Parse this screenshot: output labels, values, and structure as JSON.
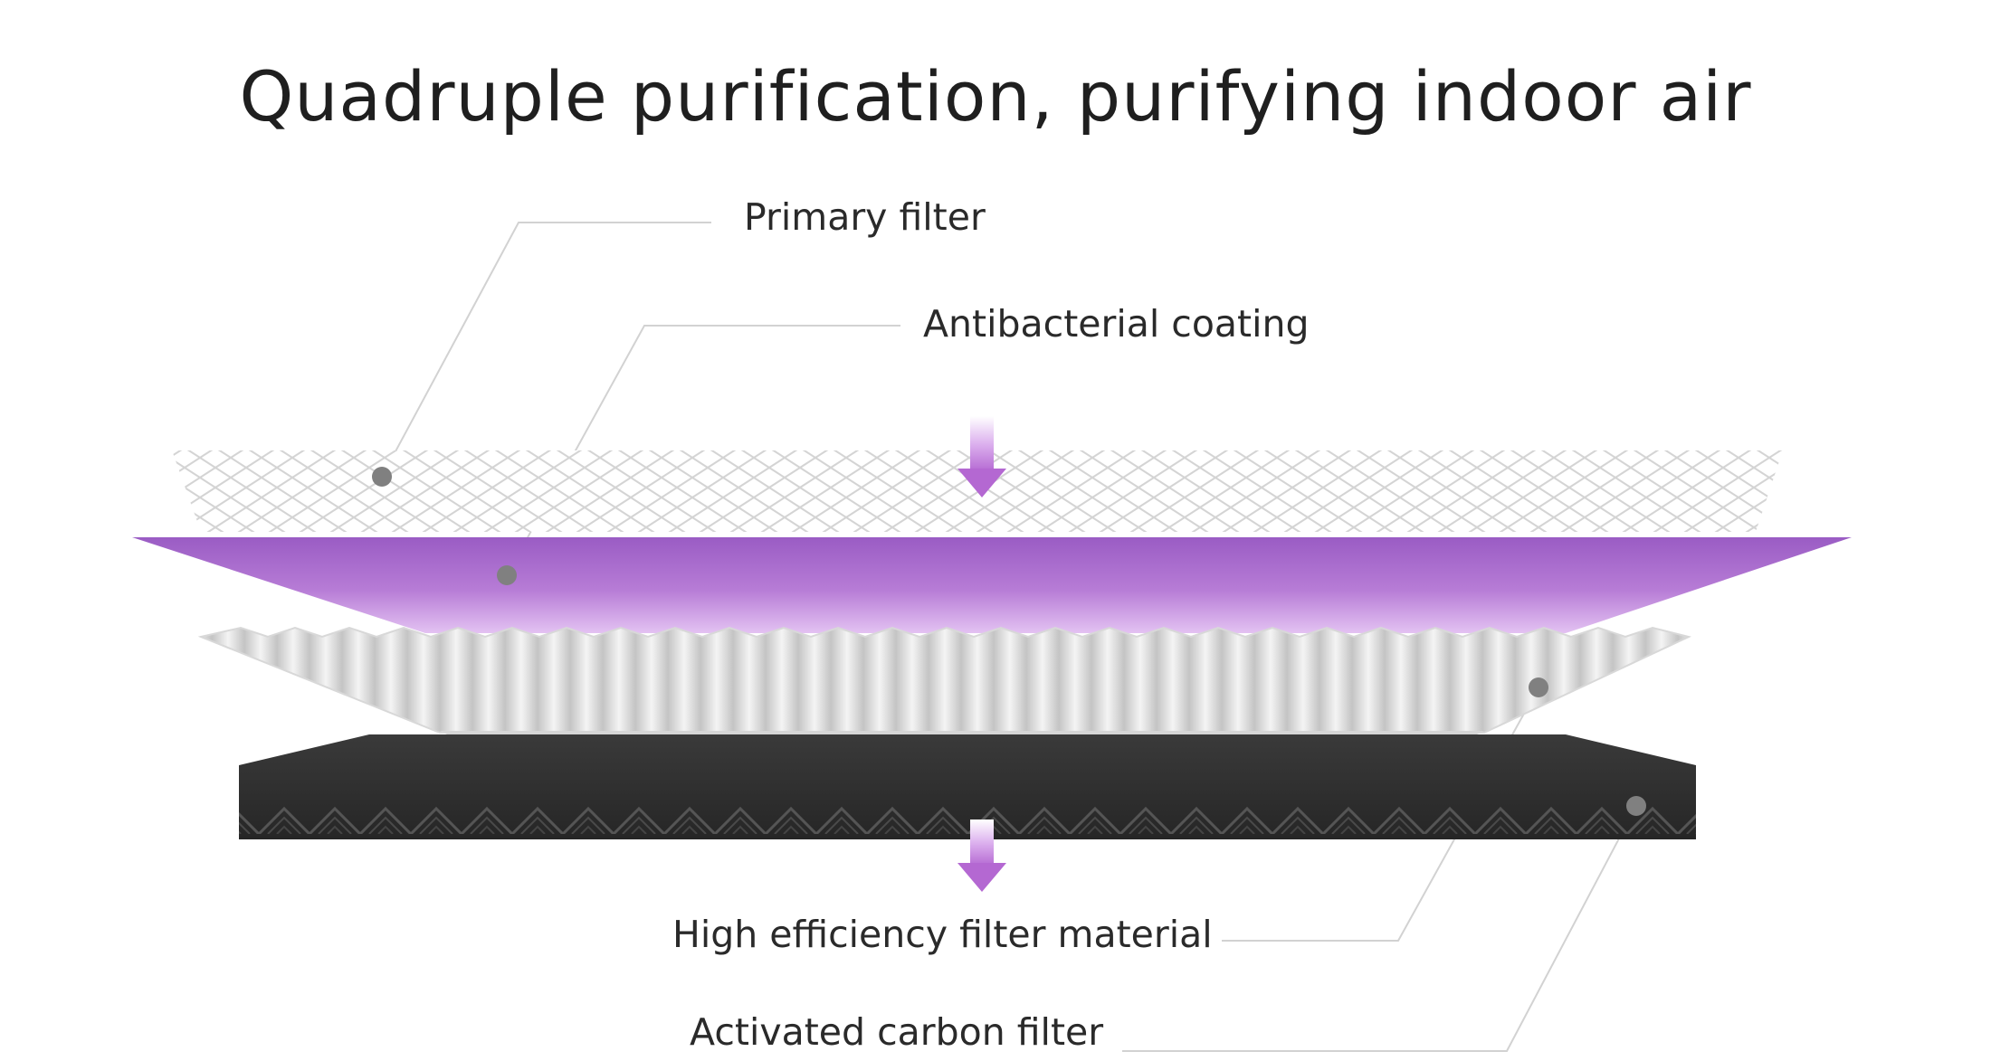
{
  "title": "Quadruple purification, purifying indoor air",
  "layers": {
    "primary_filter": "Primary filter",
    "antibacterial_coating": "Antibacterial coating",
    "high_efficiency_filter": "High efficiency filter material",
    "activated_carbon_filter": "Activated carbon filter"
  },
  "colors": {
    "mesh": "#dcdcdc",
    "coating_top": "#a064c8",
    "coating_bottom": "#dcb0ee",
    "pleat_light": "#f2f2f2",
    "pleat_dark": "#bfbfbf",
    "carbon": "#2e2e2e",
    "arrow": "#b468d2",
    "leader_line": "#d0d0d0",
    "dot": "#808080"
  },
  "icons": {
    "airflow_in": "down-arrow-icon",
    "airflow_out": "down-arrow-icon"
  }
}
